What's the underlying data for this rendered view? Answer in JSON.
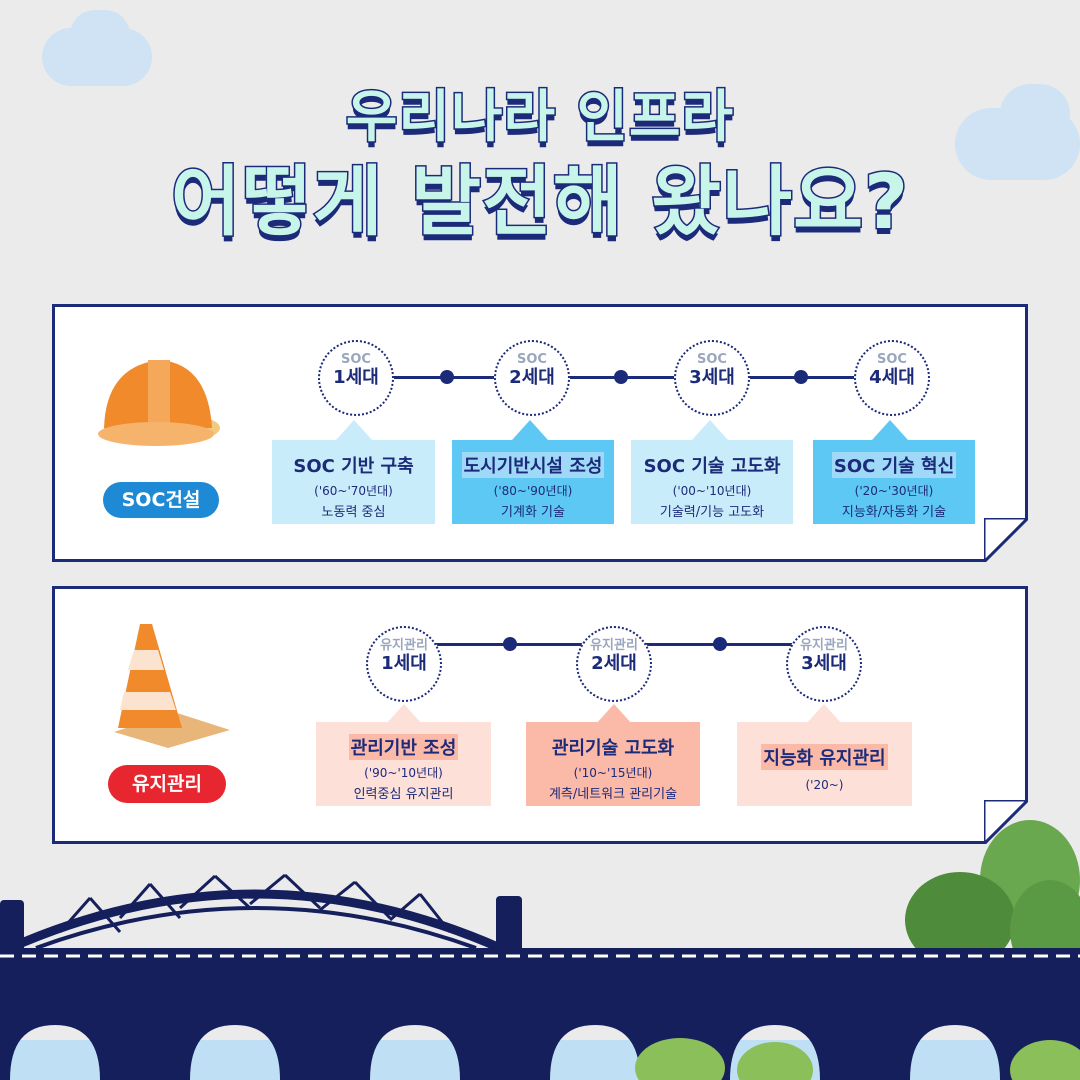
{
  "title": {
    "line1": "우리나라 인프라",
    "line2": "어떻게 발전해 왔나요?"
  },
  "soc": {
    "badge": "SOC건설",
    "icon": "hardhat-icon",
    "generations": [
      {
        "top": "SOC",
        "bottom": "1세대"
      },
      {
        "top": "SOC",
        "bottom": "2세대"
      },
      {
        "top": "SOC",
        "bottom": "3세대"
      },
      {
        "top": "SOC",
        "bottom": "4세대"
      }
    ],
    "cards": [
      {
        "title": "SOC 기반 구축",
        "period": "('60~'70년대)",
        "desc": "노동력 중심"
      },
      {
        "title": "도시기반시설 조성",
        "period": "('80~'90년대)",
        "desc": "기계화 기술"
      },
      {
        "title": "SOC 기술 고도화",
        "period": "('00~'10년대)",
        "desc": "기술력/기능 고도화"
      },
      {
        "title": "SOC 기술 혁신",
        "period": "('20~'30년대)",
        "desc": "지능화/자동화 기술"
      }
    ]
  },
  "maint": {
    "badge": "유지관리",
    "icon": "traffic-cone-icon",
    "generations": [
      {
        "top": "유지관리",
        "bottom": "1세대"
      },
      {
        "top": "유지관리",
        "bottom": "2세대"
      },
      {
        "top": "유지관리",
        "bottom": "3세대"
      }
    ],
    "cards": [
      {
        "title": "관리기반 조성",
        "period": "('90~'10년대)",
        "desc": "인력중심 유지관리"
      },
      {
        "title": "관리기술 고도화",
        "period": "('10~'15년대)",
        "desc": "계측/네트워크 관리기술"
      },
      {
        "title": "지능화 유지관리",
        "period": "('20~)",
        "desc": ""
      }
    ]
  },
  "colors": {
    "navy": "#1c2a7a",
    "soc_badge": "#1e8ad6",
    "maint_badge": "#e8262f",
    "soc_card_light": "#c9ecfb",
    "soc_card_dark": "#5dc8f3",
    "maint_card_light": "#fde0d8",
    "maint_card_dark": "#fbb9a8"
  },
  "scene": {
    "bridge": "arch-bridge-illustration",
    "trees": "tree-illustration",
    "clouds": "cloud-illustration"
  }
}
